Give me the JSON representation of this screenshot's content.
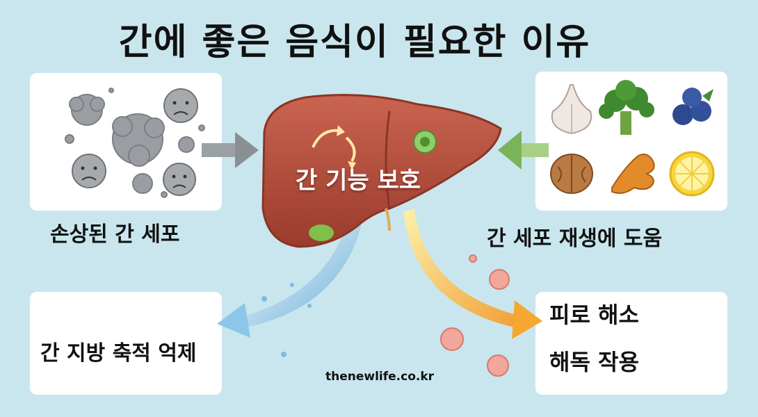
{
  "title": "간에 좋은 음식이 필요한 이유",
  "center_label": "간 기능 보호",
  "panels": {
    "top_left_caption": "손상된 간 세포",
    "top_right_caption": "간 세포 재생에 도움",
    "bottom_left_caption": "간 지방 축적 억제",
    "bottom_right_line1": "피로 해소",
    "bottom_right_line2": "해독 작용"
  },
  "footer": "thenewlife.co.kr",
  "colors": {
    "background": "#c9e6ee",
    "liver": "#b5503c",
    "arrow_gray": "#8a8f94",
    "arrow_green": "#7bb35a",
    "stream_blue": "#6fb4dc",
    "stream_gold": "#f3b33a"
  },
  "icons": [
    "damaged-cell-icon",
    "sad-face-icon",
    "garlic-icon",
    "broccoli-icon",
    "blueberry-icon",
    "walnut-icon",
    "turmeric-icon",
    "lemon-icon",
    "liver-icon",
    "recycle-arrow-icon"
  ]
}
